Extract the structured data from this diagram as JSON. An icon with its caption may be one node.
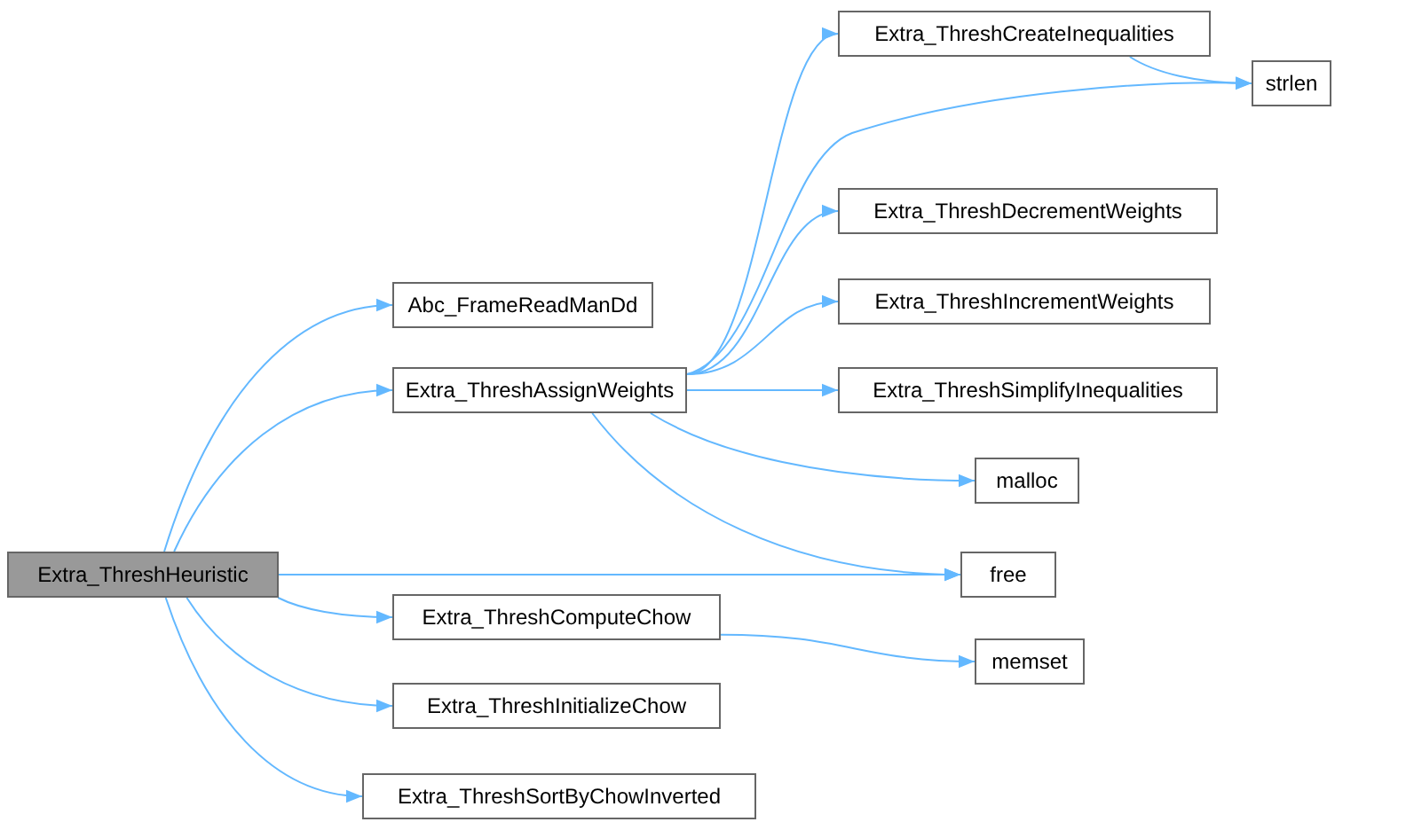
{
  "diagram": {
    "nodes": [
      {
        "text": [
          "Extra_ThreshHeuristic"
        ]
      },
      {
        "text": [
          "Abc_FrameReadManDd"
        ]
      },
      {
        "text": [
          "Extra_ThreshAssignWeights"
        ]
      },
      {
        "text": [
          "Extra_ThreshComputeChow"
        ]
      },
      {
        "text": [
          "Extra_ThreshInitializeChow"
        ]
      },
      {
        "text": [
          "Extra_ThreshSortByChowInverted"
        ]
      },
      {
        "text": [
          "Extra_ThreshCreateInequalities"
        ]
      },
      {
        "text": [
          "Extra_ThreshDecrementWeights"
        ]
      },
      {
        "text": [
          "Extra_ThreshIncrementWeights"
        ]
      },
      {
        "text": [
          "Extra_ThreshSimplifyInequalities"
        ]
      },
      {
        "text": [
          "malloc"
        ]
      },
      {
        "text": [
          "free"
        ]
      },
      {
        "text": [
          "memset"
        ]
      },
      {
        "text": [
          "strlen"
        ]
      }
    ],
    "edges": [
      {
        "from": 0,
        "to": 1,
        "arrow": "to"
      },
      {
        "from": 0,
        "to": 2,
        "arrow": "to"
      },
      {
        "from": 2,
        "to": 6,
        "arrow": "to"
      },
      {
        "from": 6,
        "to": 13,
        "arrow": "to"
      },
      {
        "from": 2,
        "to": 13,
        "arrow": "to"
      },
      {
        "from": 2,
        "to": 7,
        "arrow": "to"
      },
      {
        "from": 2,
        "to": 8,
        "arrow": "to"
      },
      {
        "from": 2,
        "to": 9,
        "arrow": "to"
      },
      {
        "from": 2,
        "to": 10,
        "arrow": "to"
      },
      {
        "from": 2,
        "to": 11,
        "arrow": "to"
      },
      {
        "from": 0,
        "to": 11,
        "arrow": "to"
      },
      {
        "from": 0,
        "to": 3,
        "arrow": "to"
      },
      {
        "from": 3,
        "to": 12,
        "arrow": "to"
      },
      {
        "from": 0,
        "to": 4,
        "arrow": "to"
      },
      {
        "from": 0,
        "to": 5,
        "arrow": "to"
      }
    ]
  }
}
